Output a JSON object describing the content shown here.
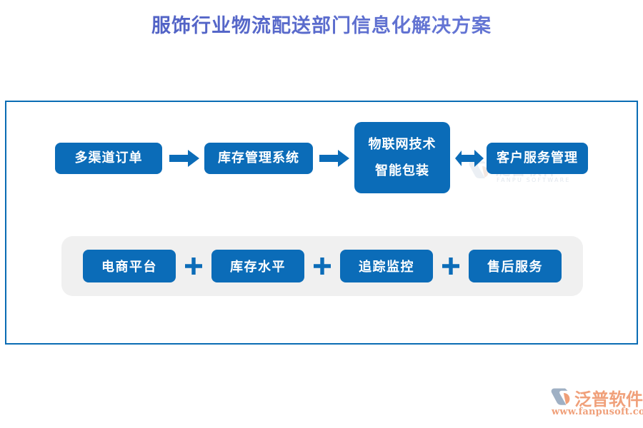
{
  "page": {
    "title": "服饰行业物流配送部门信息化解决方案",
    "title_color": "#5160c4",
    "background": "#ffffff",
    "border_color": "#0a6cb4",
    "node_color": "#0b6cb8",
    "panel_color": "#f0f0f0"
  },
  "flow": {
    "nodes": [
      {
        "id": "multi-channel-order",
        "lines": [
          "多渠道订单"
        ]
      },
      {
        "id": "inventory-management-system",
        "lines": [
          "库存管理系统"
        ]
      },
      {
        "id": "iot-smart-packaging",
        "lines": [
          "物联网技术",
          "智能包装"
        ]
      },
      {
        "id": "customer-service-management",
        "lines": [
          "客户服务管理"
        ]
      }
    ],
    "connectors": [
      {
        "id": "arrow-1",
        "kind": "right-arrow"
      },
      {
        "id": "arrow-2",
        "kind": "right-arrow"
      },
      {
        "id": "arrow-3",
        "kind": "double-arrow"
      }
    ]
  },
  "tags": {
    "separator": "+",
    "items": [
      {
        "id": "ecommerce-platform",
        "label": "电商平台"
      },
      {
        "id": "inventory-level",
        "label": "库存水平"
      },
      {
        "id": "tracking-monitoring",
        "label": "追踪监控"
      },
      {
        "id": "after-sales-service",
        "label": "售后服务"
      }
    ]
  },
  "watermark": {
    "cn": "泛普软件",
    "en": "FANPU SOFTWARE",
    "icon": "fanpu-logo-icon"
  },
  "brand": {
    "cn": "泛普软件",
    "url": "www.fanpusoft.com",
    "icon": "fanpu-logo-icon",
    "color": "#f0a07a"
  }
}
